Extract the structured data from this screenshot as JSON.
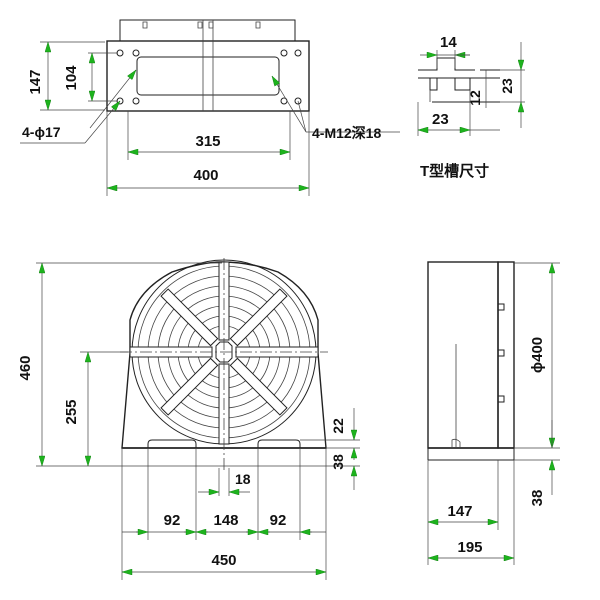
{
  "top_view": {
    "dim_147": "147",
    "dim_104": "104",
    "dim_315": "315",
    "dim_400": "400",
    "note_holes": "4-ϕ17",
    "note_threads": "4-M12深18"
  },
  "t_slot": {
    "dim_14": "14",
    "dim_23_right": "23",
    "dim_12": "12",
    "dim_23_bottom": "23",
    "caption": "T型槽尺寸"
  },
  "front_view": {
    "dim_460": "460",
    "dim_255": "255",
    "dim_22": "22",
    "dim_38": "38",
    "dim_18": "18",
    "dim_92_left": "92",
    "dim_148": "148",
    "dim_92_right": "92",
    "dim_450": "450"
  },
  "side_view": {
    "dim_dia400": "ϕ400",
    "dim_38": "38",
    "dim_147": "147",
    "dim_195": "195"
  },
  "colors": {
    "arrow": "#1db31d",
    "line": "#222222"
  }
}
